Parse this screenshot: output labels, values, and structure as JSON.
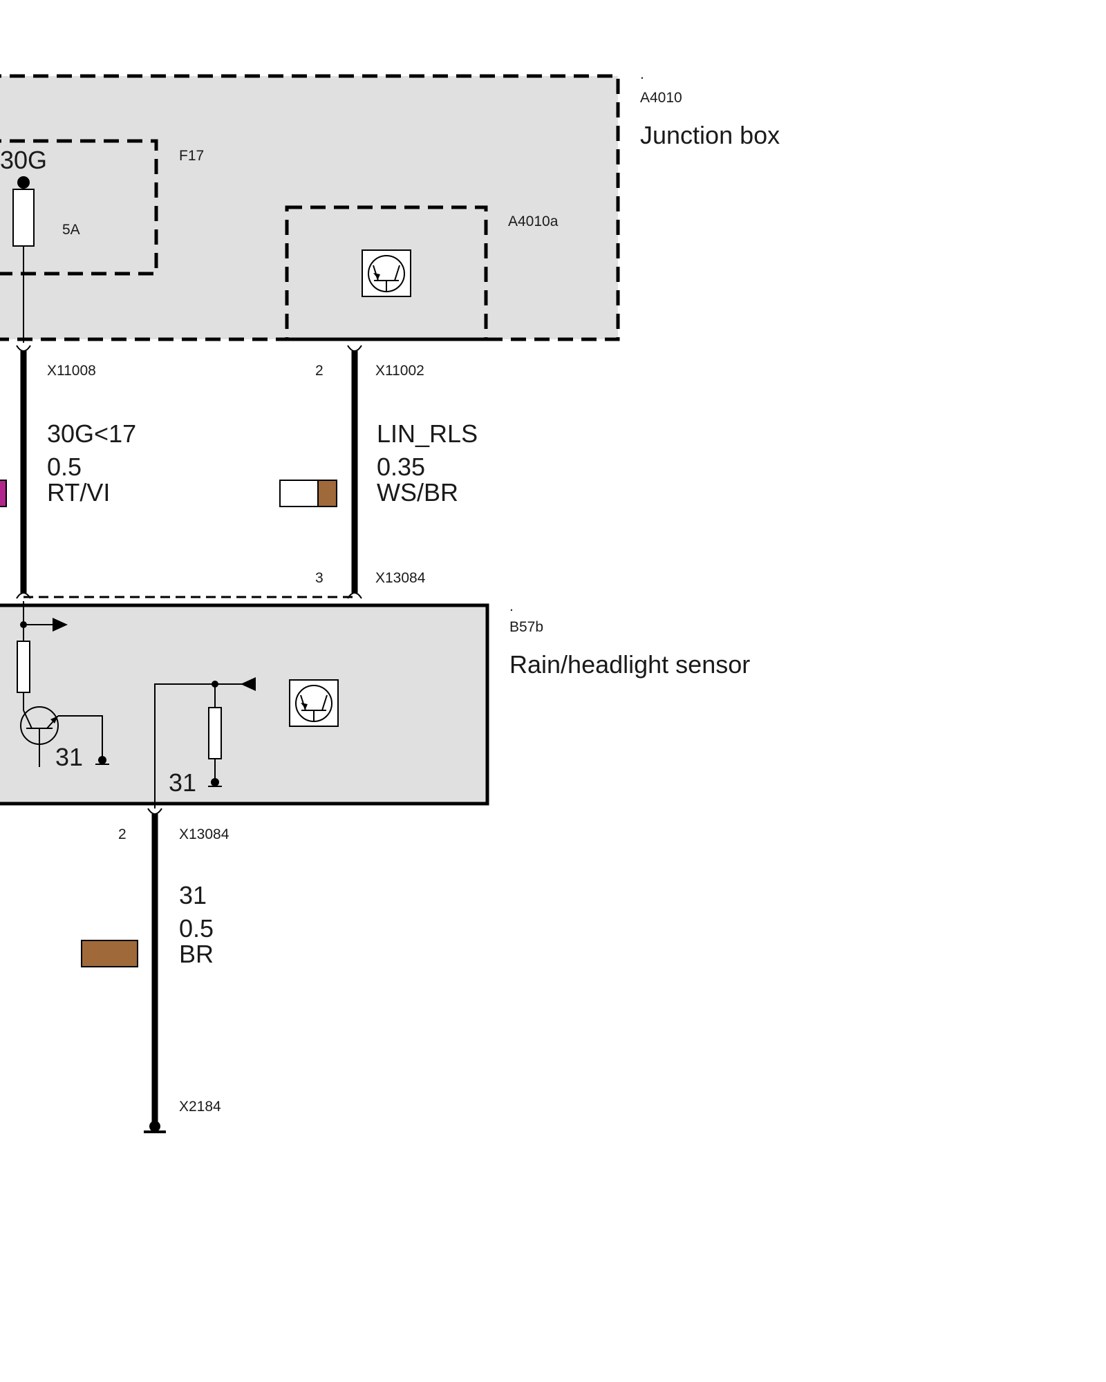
{
  "components": {
    "junction_box": {
      "dot": ".",
      "id": "A4010",
      "name": "Junction box"
    },
    "fuse": {
      "terminal": "30G",
      "id": "F17",
      "rating": "5A"
    },
    "jb_module": {
      "id": "A4010a"
    },
    "sensor": {
      "dot": ".",
      "id": "B57b",
      "name": "Rain/headlight sensor",
      "ground_1": "31",
      "ground_2": "31"
    }
  },
  "connectors": {
    "x11008": {
      "id": "X11008"
    },
    "x11002": {
      "pin": "2",
      "id": "X11002"
    },
    "x13084_top": {
      "pin": "3",
      "id": "X13084"
    },
    "x13084_bottom": {
      "pin": "2",
      "id": "X13084"
    },
    "x2184": {
      "id": "X2184"
    }
  },
  "wires": {
    "w1": {
      "signal": "30G<17",
      "gauge": "0.5",
      "color_code": "RT/VI",
      "swatch_colors": [
        "#b0268a"
      ]
    },
    "w2": {
      "signal": "LIN_RLS",
      "gauge": "0.35",
      "color_code": "WS/BR",
      "swatch_colors": [
        "#ffffff",
        "#a0693a"
      ]
    },
    "w3": {
      "signal": "31",
      "gauge": "0.5",
      "color_code": "BR",
      "swatch_colors": [
        "#a0693a"
      ]
    }
  }
}
